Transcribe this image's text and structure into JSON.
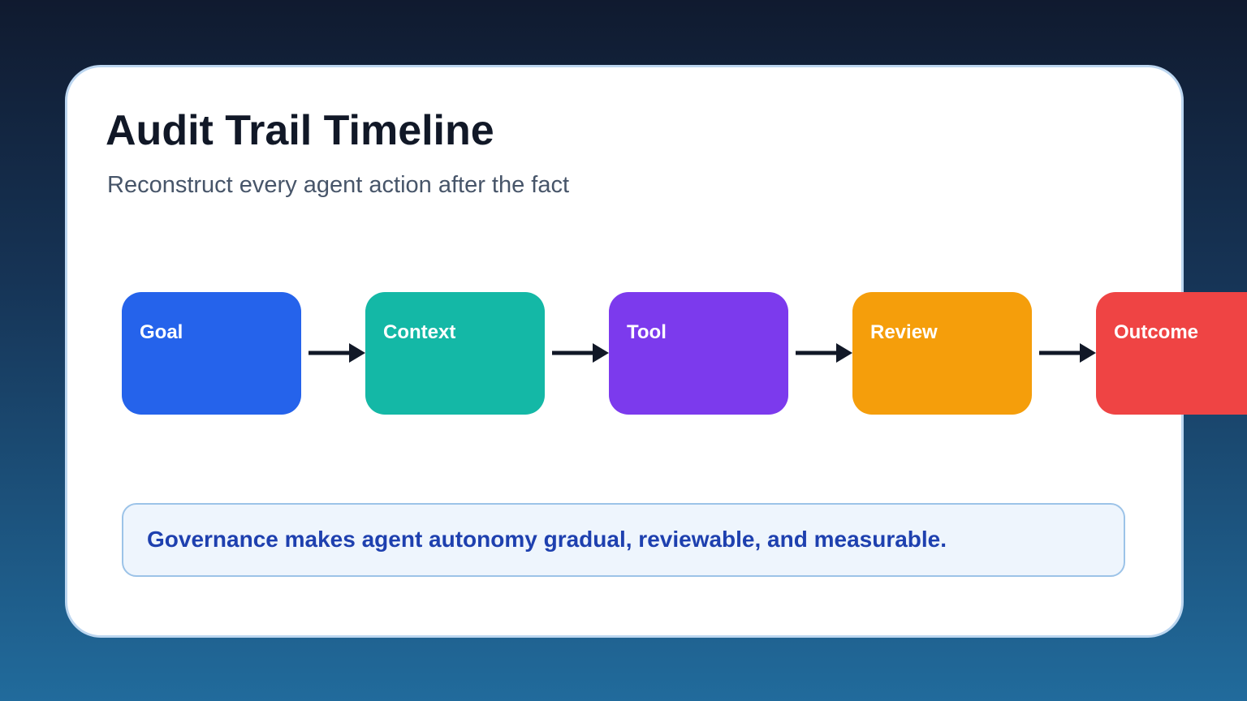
{
  "slide": {
    "title": "Audit Trail Timeline",
    "subtitle": "Reconstruct every agent action after the fact"
  },
  "timeline": {
    "steps": [
      {
        "label": "Goal",
        "color": "#2563eb"
      },
      {
        "label": "Context",
        "color": "#14b8a6"
      },
      {
        "label": "Tool",
        "color": "#7c3aed"
      },
      {
        "label": "Review",
        "color": "#f59e0b"
      },
      {
        "label": "Outcome",
        "color": "#ef4444"
      }
    ],
    "arrow_color": "#111827"
  },
  "callout": {
    "text": "Governance makes agent autonomy gradual, reviewable, and measurable."
  },
  "colors": {
    "card_background": "#ffffff",
    "card_border": "#bcd6f0",
    "title": "#111827",
    "subtitle": "#475569",
    "callout_background": "#eef5fd",
    "callout_border": "#9cc3e8",
    "callout_text": "#1e40af"
  }
}
